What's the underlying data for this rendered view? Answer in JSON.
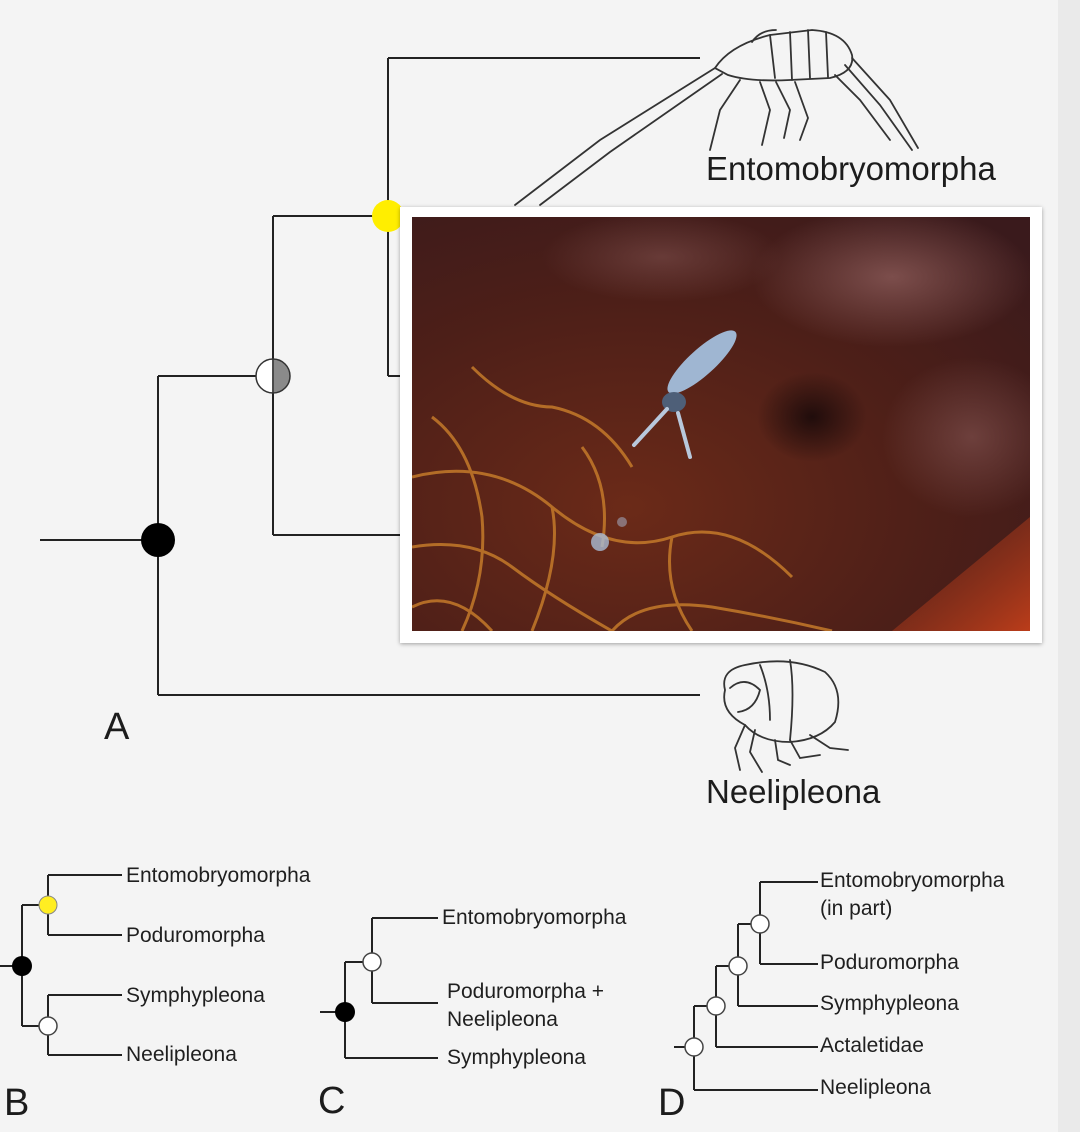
{
  "panels": {
    "A": {
      "letter": "A",
      "tips": {
        "entomobryomorpha": "Entomobryomorpha",
        "neelipleona": "Neelipleona"
      },
      "node_colors": {
        "root": "#000000",
        "mid_left": "#ffffff",
        "mid_right": "#8a8a8a",
        "entomo": "#ffee00"
      }
    },
    "B": {
      "letter": "B",
      "tips": [
        "Entomobryomorpha",
        "Poduromorpha",
        "Symphypleona",
        "Neelipleona"
      ]
    },
    "C": {
      "letter": "C",
      "tips": [
        "Entomobryomorpha",
        "Poduromorpha +",
        "Neelipleona",
        "Symphypleona"
      ]
    },
    "D": {
      "letter": "D",
      "tips": [
        "Entomobryomorpha",
        "(in part)",
        "Poduromorpha",
        "Symphypleona",
        "Actaletidae",
        "Neelipleona"
      ]
    }
  },
  "photo": {
    "subject": "springtail-on-leaf",
    "colors": {
      "leaf": "#5a2418",
      "veins": "#c47a2a",
      "insect": "#9fb6d2"
    }
  }
}
